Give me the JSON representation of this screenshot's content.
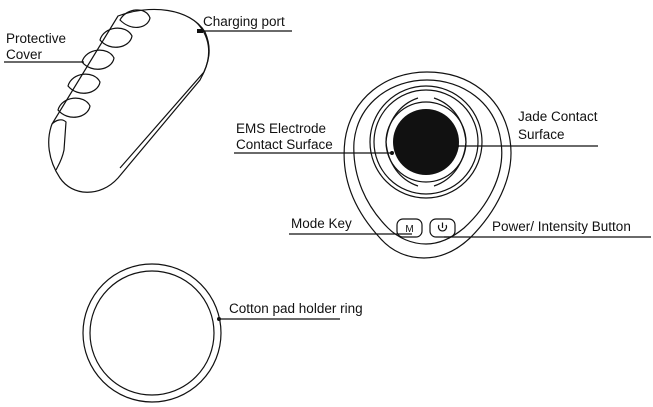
{
  "labels": {
    "protective_cover_line1": "Protective",
    "protective_cover_line2": "Cover",
    "charging_port": "Charging port",
    "ems_line1": "EMS Electrode",
    "ems_line2": "Contact Surface",
    "jade_line1": "Jade Contact",
    "jade_line2": "Surface",
    "mode_key": "Mode Key",
    "power_intensity": "Power/ Intensity Button",
    "cotton_ring": "Cotton pad holder ring"
  },
  "device_keys": {
    "mode_letter": "M"
  },
  "colors": {
    "line": "#111111",
    "jade": "#111111",
    "background": "#ffffff"
  }
}
